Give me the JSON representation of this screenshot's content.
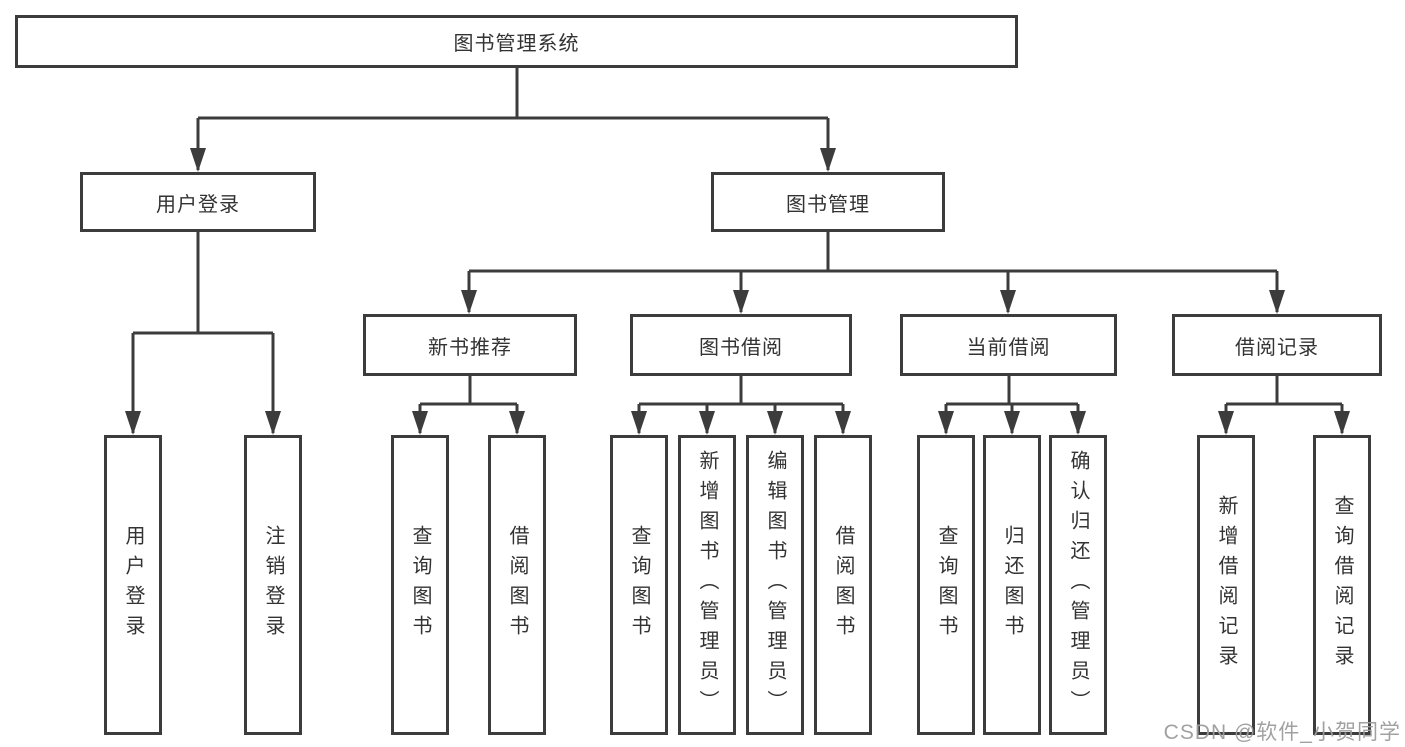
{
  "tree": {
    "root": {
      "label": "图书管理系统"
    },
    "children": [
      {
        "label": "用户登录",
        "children": [
          {
            "label": "用户登录"
          },
          {
            "label": "注销登录"
          }
        ]
      },
      {
        "label": "图书管理",
        "children": [
          {
            "label": "新书推荐",
            "children": [
              {
                "label": "查询图书"
              },
              {
                "label": "借阅图书"
              }
            ]
          },
          {
            "label": "图书借阅",
            "children": [
              {
                "label": "查询图书"
              },
              {
                "label": "新增图书（管理员）"
              },
              {
                "label": "编辑图书（管理员）"
              },
              {
                "label": "借阅图书"
              }
            ]
          },
          {
            "label": "当前借阅",
            "children": [
              {
                "label": "查询图书"
              },
              {
                "label": "归还图书"
              },
              {
                "label": "确认归还（管理员）"
              }
            ]
          },
          {
            "label": "借阅记录",
            "children": [
              {
                "label": "新增借阅记录"
              },
              {
                "label": "查询借阅记录"
              }
            ]
          }
        ]
      }
    ]
  },
  "watermark": {
    "text": "CSDN @软件_小贺同学"
  },
  "colors": {
    "line": "#3c3c3c",
    "text": "#333333",
    "watermark": "#9d9d9d",
    "background": "#ffffff"
  }
}
